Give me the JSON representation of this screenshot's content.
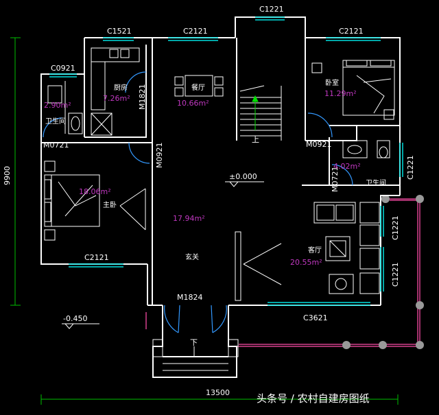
{
  "colors": {
    "background": "#000000",
    "wall": "#ffffff",
    "window": "#00e0e0",
    "door": "#3399ff",
    "area": "#c038c0",
    "terrace": "#a0306a",
    "text": "#ffffff",
    "dim": "#00c000"
  },
  "labels": {
    "c1221_top": "C1221",
    "c1521": "C1521",
    "c2121_mid": "C2121",
    "c2121_right": "C2121",
    "c0921": "C0921",
    "m1821": "M1821",
    "m0721_left": "M0721",
    "m0921_left": "M0921",
    "m0921_right": "M0921",
    "m0721_right": "M0721",
    "c1221_bath": "C1221",
    "c1221_liv1": "C1221",
    "c1221_liv2": "C1221",
    "c2121_bottom": "C2121",
    "m1824": "M1824",
    "c3621": "C3621",
    "elev_main": "±0.000",
    "elev_out": "-0.450",
    "up": "上",
    "down": "下",
    "dim_h": "13500",
    "dim_v": "9900"
  },
  "rooms": {
    "kitchen": {
      "name": "厨房",
      "area": "7.26m²"
    },
    "dining": {
      "name": "餐厅",
      "area": "10.66m²"
    },
    "bedroom_ne": {
      "name": "卧室",
      "area": "11.29m²"
    },
    "bath_w": {
      "name": "卫生间",
      "area": "2.90m²"
    },
    "bath_e": {
      "name": "卫生间",
      "area": "4.02m²"
    },
    "master": {
      "name": "主卧",
      "area": "18.06m²"
    },
    "foyer": {
      "name": "玄关",
      "area": "17.94m²"
    },
    "living": {
      "name": "客厅",
      "area": "20.55m²"
    }
  },
  "watermark": "头条号 / 农村自建房图纸"
}
